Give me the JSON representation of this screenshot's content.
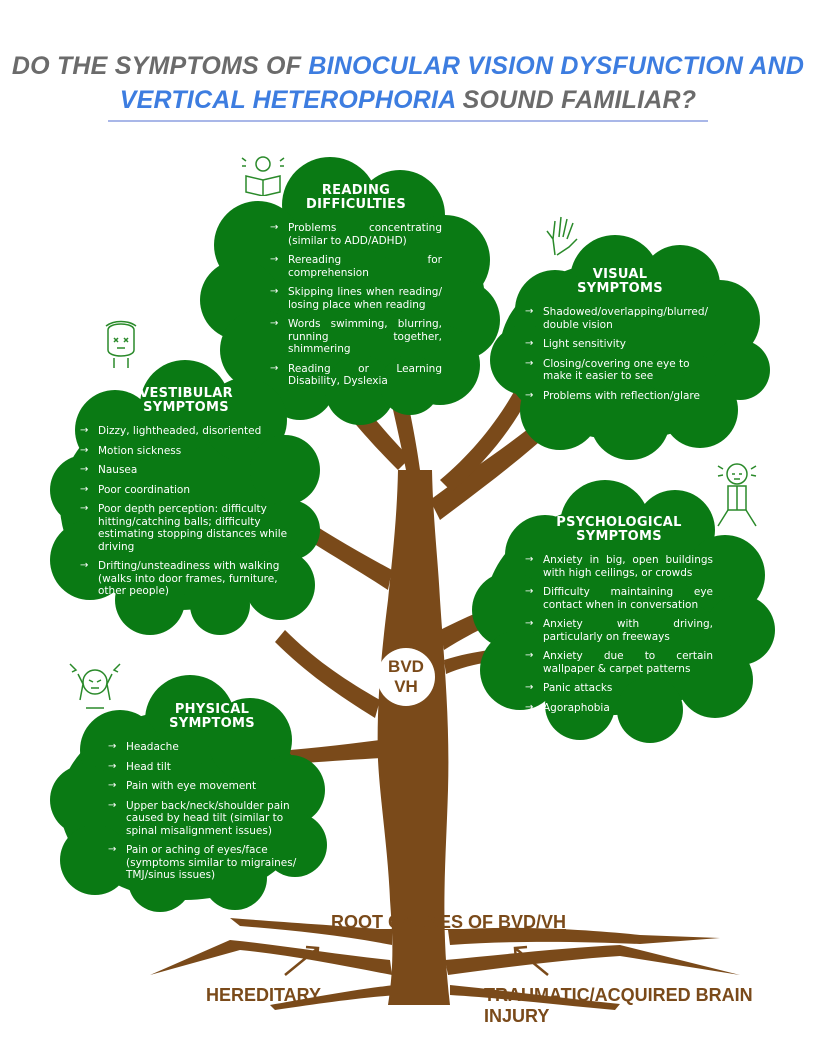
{
  "title": {
    "part1": "DO THE SYMPTOMS OF ",
    "highlight1": "BINOCULAR VISION DYSFUNCTION AND",
    "highlight2": "VERTICAL HETEROPHORIA",
    "part2": " SOUND FAMILIAR?"
  },
  "trunk_label": {
    "line1": "BVD",
    "line2": "VH"
  },
  "clouds": {
    "reading": {
      "title1": "READING",
      "title2": "DIFFICULTIES",
      "items": [
        "Problems concentrating (similar to ADD/ADHD)",
        "Rereading for comprehension",
        "Skipping lines when reading/ losing place when reading",
        "Words swimming, blurring, running together, shimmering",
        "Reading or Learning Disability, Dyslexia"
      ]
    },
    "visual": {
      "title1": "VISUAL",
      "title2": "SYMPTOMS",
      "items": [
        "Shadowed/overlapping/blurred/ double vision",
        "Light sensitivity",
        "Closing/covering one eye to make it easier to see",
        "Problems with reflection/glare"
      ]
    },
    "vestibular": {
      "title1": "VESTIBULAR",
      "title2": "SYMPTOMS",
      "items": [
        "Dizzy, lightheaded, disoriented",
        "Motion sickness",
        "Nausea",
        "Poor coordination",
        "Poor depth perception: difficulty hitting/catching balls; difficulty estimating stopping distances while driving",
        "Drifting/unsteadiness with walking (walks into door frames, furniture, other people)"
      ]
    },
    "psychological": {
      "title1": "PSYCHOLOGICAL",
      "title2": "SYMPTOMS",
      "items": [
        "Anxiety in big, open buildings with high ceilings, or crowds",
        "Difficulty maintaining eye contact when in conversation",
        "Anxiety with driving, particularly on freeways",
        "Anxiety due to certain wallpaper & carpet patterns",
        "Panic attacks",
        "Agoraphobia"
      ]
    },
    "physical": {
      "title1": "PHYSICAL",
      "title2": "SYMPTOMS",
      "items": [
        "Headache",
        "Head tilt",
        "Pain with eye movement",
        "Upper back/neck/shoulder pain caused by head tilt (similar to spinal misalignment issues)",
        "Pain or aching of eyes/face (symptoms similar to migraines/ TMJ/sinus issues)"
      ]
    }
  },
  "roots": {
    "title": "ROOT CAUSES OF BVD/VH",
    "left": "HEREDITARY",
    "right": "TRAUMATIC/ACQUIRED BRAIN INJURY"
  },
  "colors": {
    "green": "#0a7a14",
    "brown": "#7a4a1a",
    "accent_blue": "#3d7de0",
    "title_gray": "#6b6b6b"
  },
  "icons": [
    "reading-person-icon",
    "raised-hand-icon",
    "dizzy-face-icon",
    "anxious-person-icon",
    "headache-person-icon"
  ]
}
